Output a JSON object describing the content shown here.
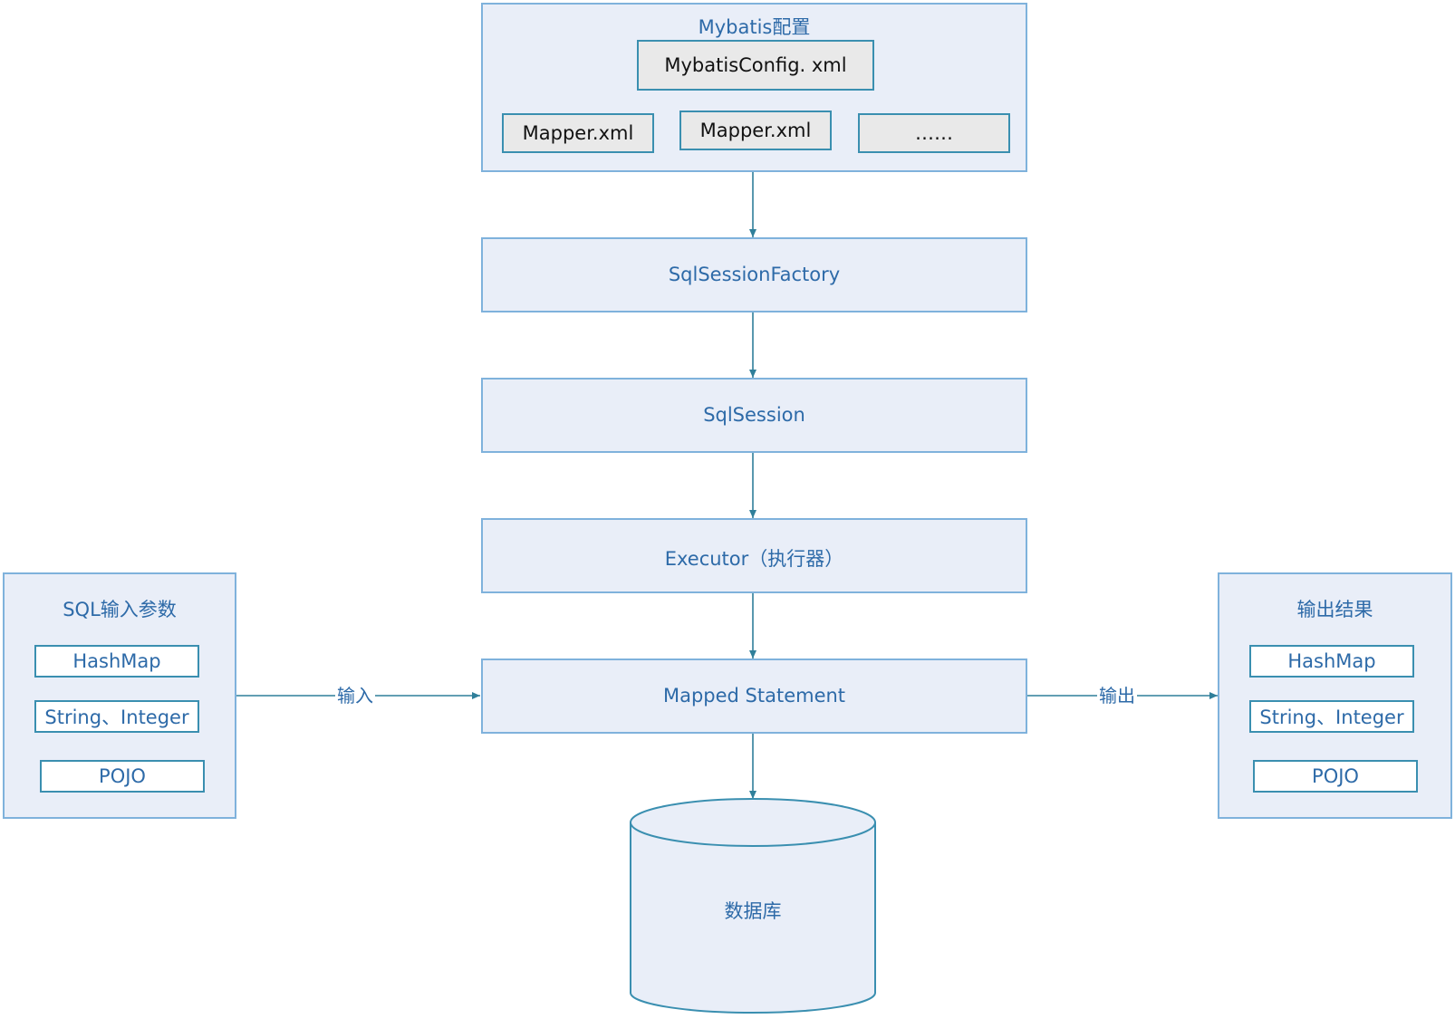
{
  "config": {
    "title": "Mybatis配置",
    "main_file": "MybatisConfig. xml",
    "mapper_files": [
      "Mapper.xml",
      "Mapper.xml",
      "……"
    ]
  },
  "flow": {
    "factory": "SqlSessionFactory",
    "session": "SqlSession",
    "executor": "Executor（执行器）",
    "mapped_statement": "Mapped Statement",
    "database": "数据库"
  },
  "input_panel": {
    "title": "SQL输入参数",
    "items": [
      "HashMap",
      "String、Integer",
      "POJO"
    ],
    "edge_label": "输入"
  },
  "output_panel": {
    "title": "输出结果",
    "items": [
      "HashMap",
      "String、Integer",
      "POJO"
    ],
    "edge_label": "输出"
  },
  "colors": {
    "panel_fill": "#e9eef8",
    "panel_border": "#7fb2dc",
    "text_blue": "#2d6aa8",
    "connector": "#2f7f9a"
  }
}
